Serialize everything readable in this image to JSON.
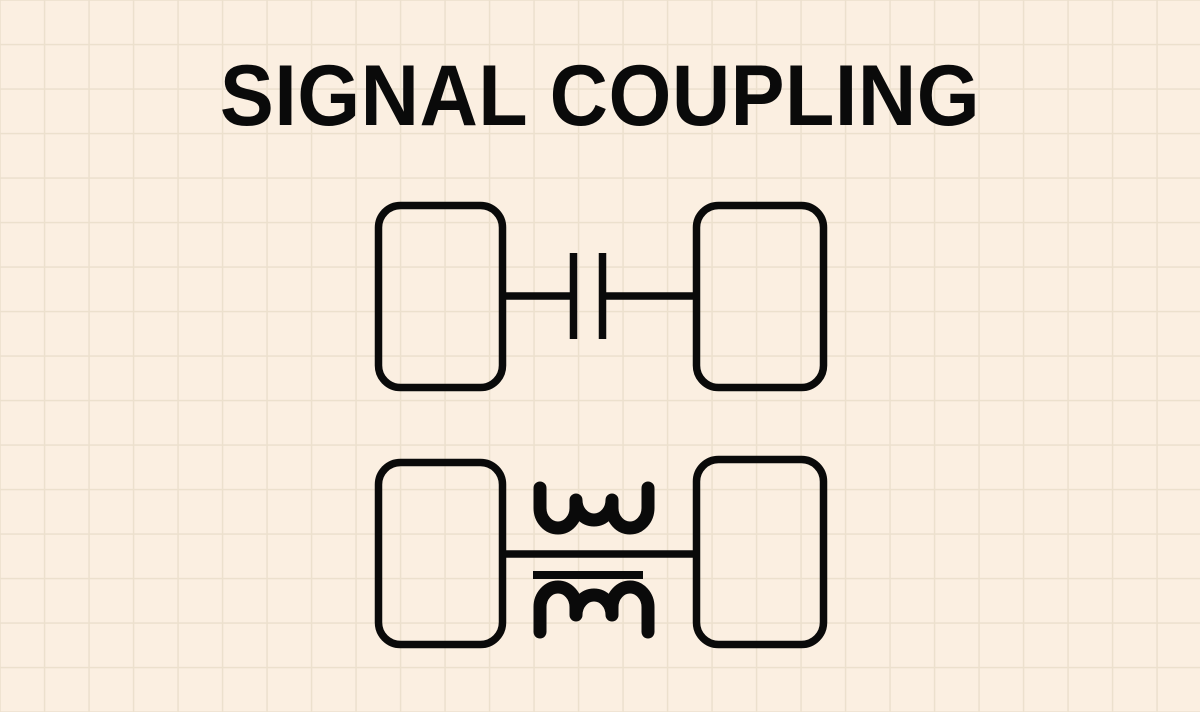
{
  "page": {
    "title_text": "SIGNAL COUPLING",
    "background_color": "#fbefe1",
    "grid_line_color": "#ece0cd",
    "ink_color": "#0a0a0a"
  },
  "diagram": {
    "rows": [
      {
        "id": "capacitive-coupling",
        "component": "capacitor",
        "left_block_label": "",
        "right_block_label": ""
      },
      {
        "id": "inductive-coupling",
        "component": "transformer",
        "left_block_label": "",
        "right_block_label": ""
      }
    ]
  }
}
